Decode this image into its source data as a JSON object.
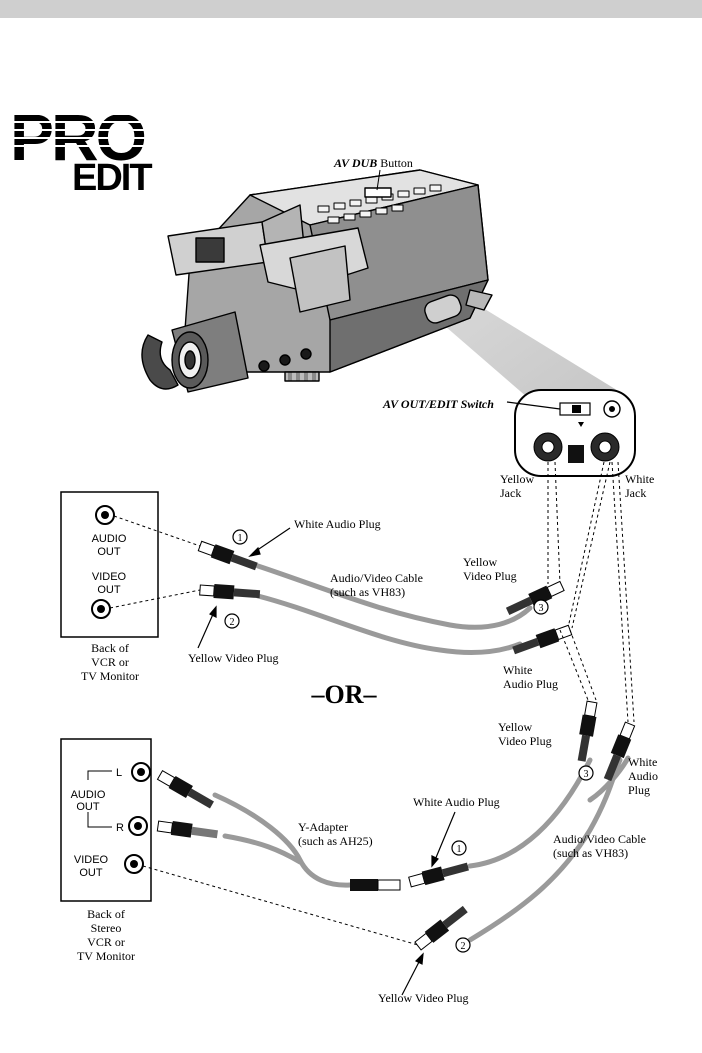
{
  "logo": {
    "line1": "PRO",
    "line2": "EDIT"
  },
  "labels": {
    "av_dub_prefix": "AV DUB",
    "av_dub_suffix": " Button",
    "av_out_switch": "AV OUT/EDIT Switch",
    "yellow_jack_1": "Yellow",
    "yellow_jack_2": "Jack",
    "white_jack_1": "White",
    "white_jack_2": "Jack",
    "or": "–OR–"
  },
  "top_setup": {
    "audio_out_1": "AUDIO",
    "audio_out_2": "OUT",
    "video_out_1": "VIDEO",
    "video_out_2": "OUT",
    "back_1": "Back of",
    "back_2": "VCR or",
    "back_3": "TV Monitor",
    "white_audio_plug": "White Audio Plug",
    "cable_1": "Audio/Video Cable",
    "cable_2": "(such as VH83)",
    "yellow_video_plug_right_1": "Yellow",
    "yellow_video_plug_right_2": "Video Plug",
    "white_audio_plug_right_1": "White",
    "white_audio_plug_right_2": "Audio Plug",
    "yellow_video_plug_left": "Yellow Video Plug",
    "marker_1": "1",
    "marker_2": "2",
    "marker_3": "3"
  },
  "bottom_setup": {
    "l": "L",
    "r": "R",
    "audio_out_1": "AUDIO",
    "audio_out_2": "OUT",
    "video_out_1": "VIDEO",
    "video_out_2": "OUT",
    "back_1": "Back of",
    "back_2": "Stereo",
    "back_3": "VCR or",
    "back_4": "TV Monitor",
    "y_adapter_1": "Y-Adapter",
    "y_adapter_2": "(such as AH25)",
    "white_audio_plug": "White Audio Plug",
    "cable_1": "Audio/Video Cable",
    "cable_2": "(such as VH83)",
    "yellow_video_plug_top_1": "Yellow",
    "yellow_video_plug_top_2": "Video Plug",
    "white_audio_plug_right_1": "White",
    "white_audio_plug_right_2": "Audio",
    "white_audio_plug_right_3": "Plug",
    "yellow_video_plug_bottom": "Yellow Video Plug",
    "marker_1": "1",
    "marker_2": "2",
    "marker_3": "3"
  }
}
